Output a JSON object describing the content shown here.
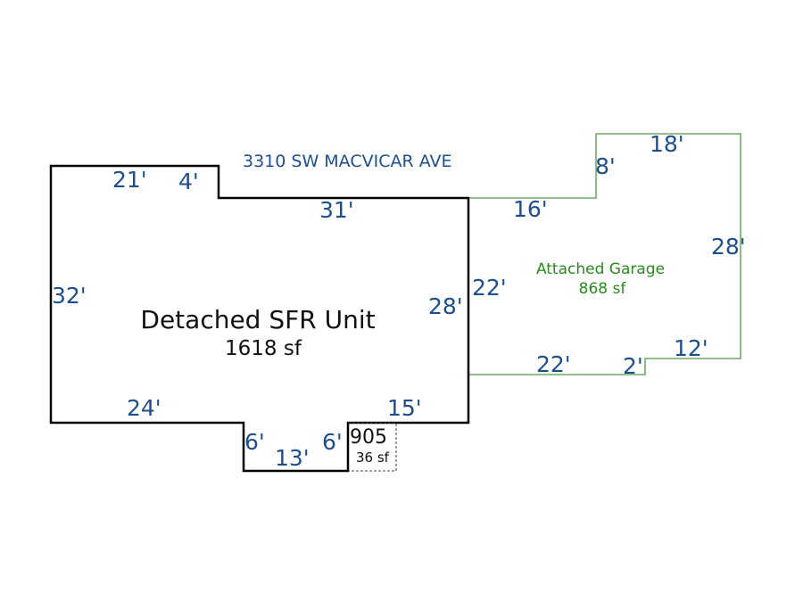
{
  "street": "3310 SW MACVICAR AVE",
  "colors": {
    "dimension": "#1f4e8c",
    "garage": "#2a8a1e",
    "house": "#000000",
    "garage_outline": "#4f9a45"
  },
  "house": {
    "name": "Detached SFR Unit",
    "area": "1618 sf",
    "dims": [
      "21'",
      "4'",
      "31'",
      "32'",
      "28'",
      "24'",
      "15'",
      "6'",
      "13'",
      "6'"
    ]
  },
  "garage": {
    "name": "Attached Garage",
    "area": "868 sf",
    "dims": [
      "8'",
      "18'",
      "16'",
      "28'",
      "22'",
      "22'",
      "2'",
      "12'"
    ]
  },
  "small_area": {
    "name": "905",
    "area": "36 sf"
  }
}
